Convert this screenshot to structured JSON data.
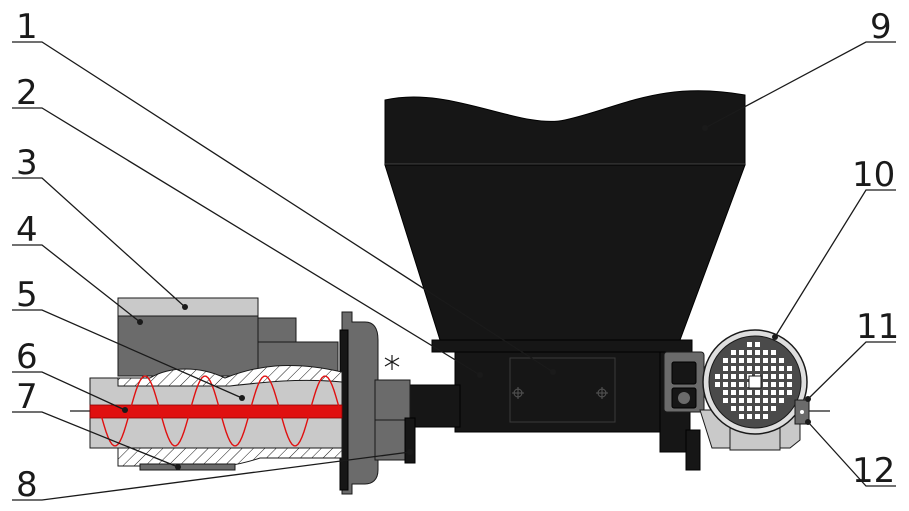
{
  "labels": [
    "1",
    "2",
    "3",
    "4",
    "5",
    "6",
    "7",
    "8",
    "9",
    "10",
    "11",
    "12"
  ],
  "colors": {
    "line": "#1a1a1a",
    "dark_part": "#161616",
    "motor_grey": "#6b6b6b",
    "light_grey": "#c9c9c9",
    "auger_shaft": "#e01010",
    "spiral": "#e01010"
  }
}
